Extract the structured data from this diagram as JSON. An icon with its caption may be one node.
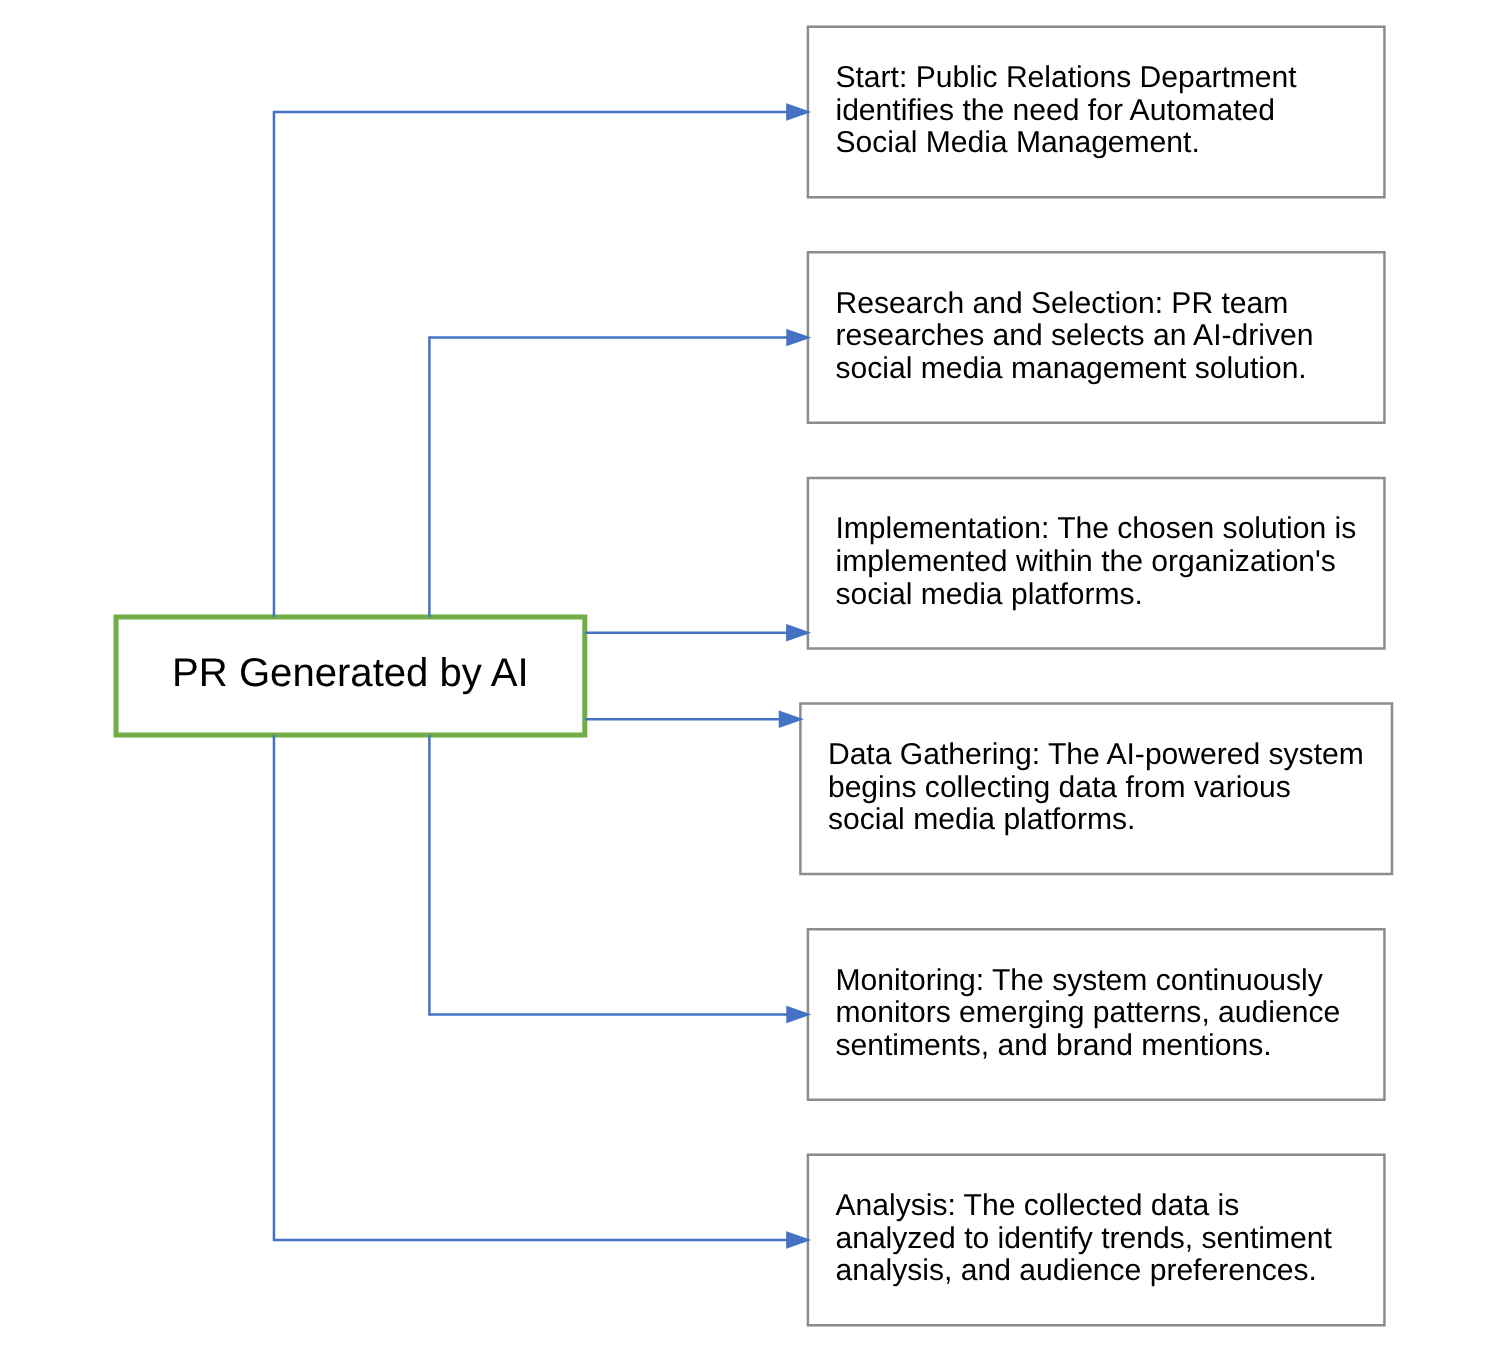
{
  "diagram": {
    "nodes": [
      {
        "text": [
          "PR Generated by AI"
        ]
      },
      {
        "text": [
          "Start: Public Relations Department identifies the need for Automated Social Media Management."
        ]
      },
      {
        "text": [
          "Research and Selection: PR team researches and selects an AI-driven social media management solution."
        ]
      },
      {
        "text": [
          "Implementation: The chosen solution is implemented within the organization's social media platforms."
        ]
      },
      {
        "text": [
          "Data Gathering: The AI-powered system begins collecting data from various social media platforms."
        ]
      },
      {
        "text": [
          "Monitoring: The system continuously monitors emerging patterns, audience sentiments, and brand mentions."
        ]
      },
      {
        "text": [
          "Analysis: The collected data is analyzed to identify trends, sentiment analysis, and audience preferences."
        ]
      }
    ],
    "edges": [
      {
        "from": 0,
        "to": 1,
        "arrow": "to"
      },
      {
        "from": 0,
        "to": 2,
        "arrow": "to"
      },
      {
        "from": 0,
        "to": 3,
        "arrow": "to"
      },
      {
        "from": 0,
        "to": 4,
        "arrow": "to"
      },
      {
        "from": 0,
        "to": 5,
        "arrow": "to"
      },
      {
        "from": 0,
        "to": 6,
        "arrow": "to"
      }
    ]
  }
}
